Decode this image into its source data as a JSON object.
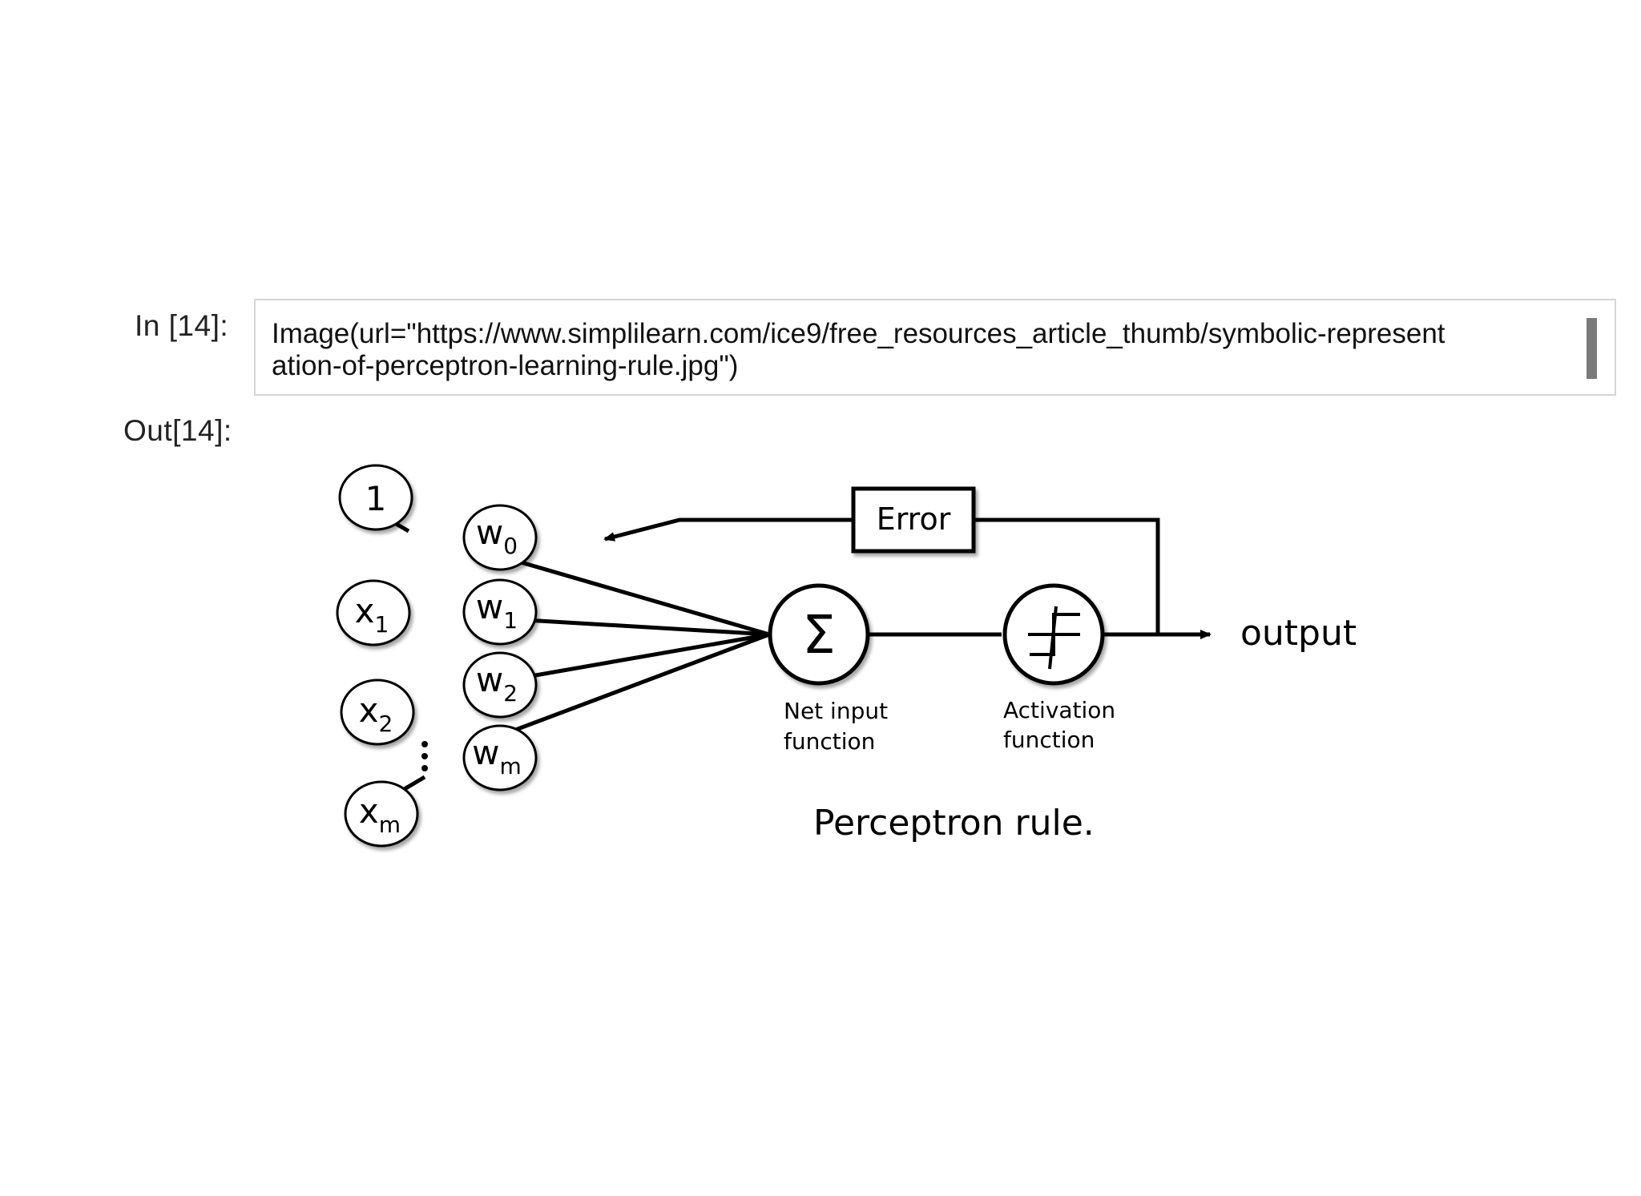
{
  "notebook": {
    "in_prompt": "In [14]:",
    "out_prompt": "Out[14]:",
    "code_line1": "Image(url=\"https://www.simplilearn.com/ice9/free_resources_article_thumb/symbolic-represent",
    "code_line2": "ation-of-perceptron-learning-rule.jpg\")"
  },
  "diagram": {
    "inputs": {
      "bias": "1",
      "x1": "x",
      "x1_sub": "1",
      "x2": "x",
      "x2_sub": "2",
      "xm": "x",
      "xm_sub": "m"
    },
    "weights": {
      "w0": "w",
      "w0_sub": "0",
      "w1": "w",
      "w1_sub": "1",
      "w2": "w",
      "w2_sub": "2",
      "wm": "w",
      "wm_sub": "m"
    },
    "sum_symbol": "Σ",
    "error_label": "Error",
    "output_label": "output",
    "net_input_line1": "Net input",
    "net_input_line2": "function",
    "activation_line1": "Activation",
    "activation_line2": "function",
    "caption": "Perceptron rule."
  }
}
